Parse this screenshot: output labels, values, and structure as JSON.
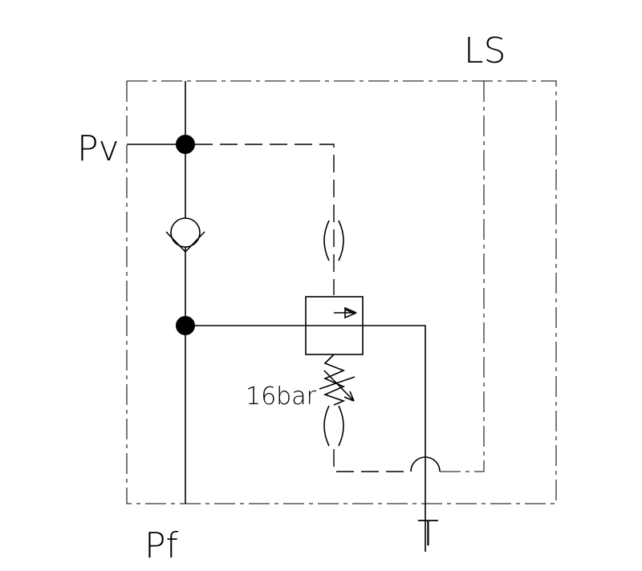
{
  "ports": {
    "pv": "Pv",
    "pf": "Pf",
    "ls": "LS",
    "t": "T"
  },
  "valve": {
    "spring_setting": "16bar"
  }
}
